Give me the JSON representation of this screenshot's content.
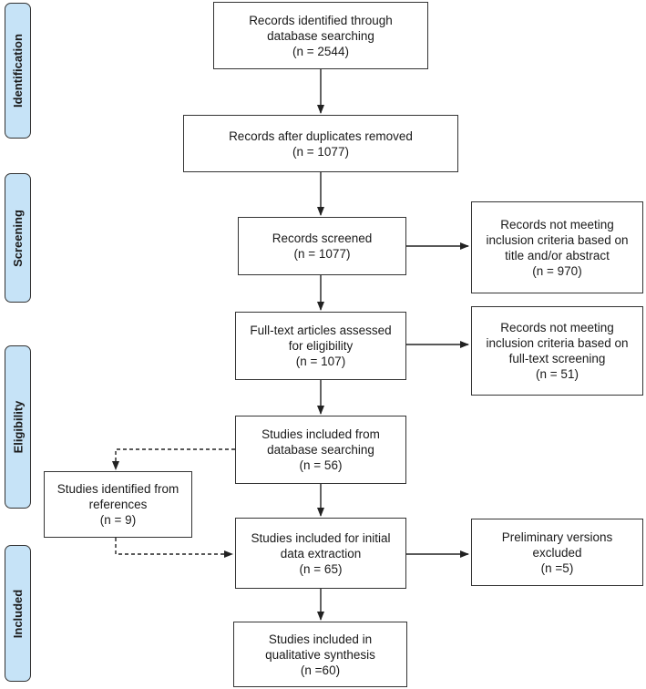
{
  "stages": [
    {
      "id": "identification",
      "label": "Identification"
    },
    {
      "id": "screening",
      "label": "Screening"
    },
    {
      "id": "eligibility",
      "label": "Eligibility"
    },
    {
      "id": "included",
      "label": "Included"
    }
  ],
  "boxes": {
    "identified": [
      "Records identified through",
      "database searching",
      "(n = 2544)"
    ],
    "after_duplicates": [
      "Records after duplicates removed",
      "(n = 1077)"
    ],
    "screened": [
      "Records screened",
      "(n = 1077)"
    ],
    "excluded_abstract": [
      "Records not meeting",
      "inclusion criteria based on",
      "title and/or abstract",
      "(n = 970)"
    ],
    "fulltext": [
      "Full-text articles assessed",
      "for eligibility",
      "(n = 107)"
    ],
    "excluded_fulltext": [
      "Records not meeting",
      "inclusion criteria based on",
      "full-text screening",
      "(n = 51)"
    ],
    "included_database": [
      "Studies included from",
      "database searching",
      "(n = 56)"
    ],
    "references": [
      "Studies identified from",
      "references",
      "(n = 9)"
    ],
    "initial_extraction": [
      "Studies included for initial",
      "data extraction",
      "(n = 65)"
    ],
    "preliminary": [
      "Preliminary versions",
      "excluded",
      "(n =5)"
    ],
    "qualitative": [
      "Studies included in",
      "qualitative synthesis",
      "(n =60)"
    ]
  }
}
